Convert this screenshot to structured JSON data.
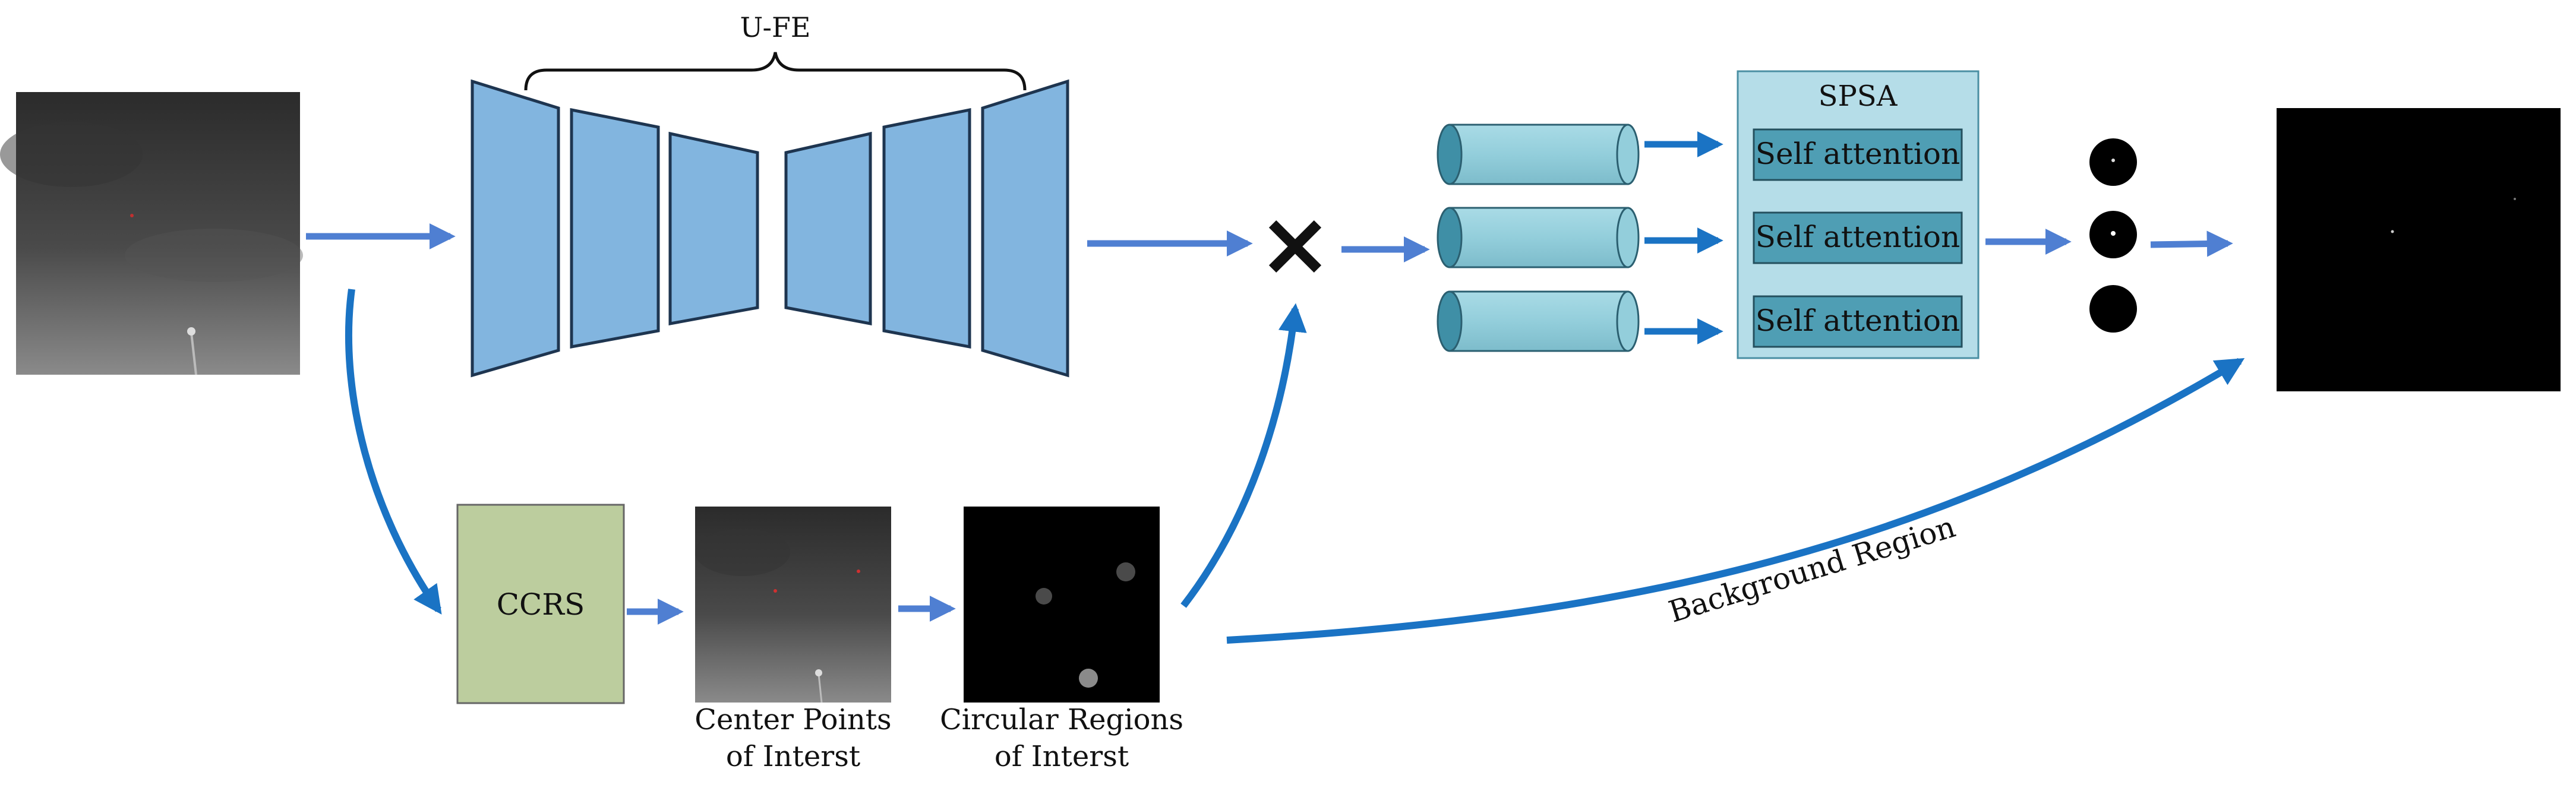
{
  "colors": {
    "arrow": "#4f7fd2",
    "curve_arrow": "#1a73c4",
    "encoder_fill": "#82b5df",
    "encoder_stroke": "#1e3550",
    "cylinder_body": "#93cedb",
    "cylinder_face": "#3f8fa6",
    "spsa_bg": "#b5dde8",
    "self_attention_fill": "#4f9eb4",
    "ccrs_fill": "#bccd9e",
    "image_dark": "#000000"
  },
  "labels": {
    "ufe": "U-FE",
    "spsa": "SPSA",
    "self_attention": [
      "Self attention",
      "Self attention",
      "Self attention"
    ],
    "ccrs": "CCRS",
    "center_points": [
      "Center Points",
      "of Interst"
    ],
    "circular_regions": [
      "Circular Regions",
      "of Interst"
    ],
    "background_region": "Background Region",
    "multiply": "×"
  },
  "icons": {
    "multiply": "multiply-icon"
  }
}
